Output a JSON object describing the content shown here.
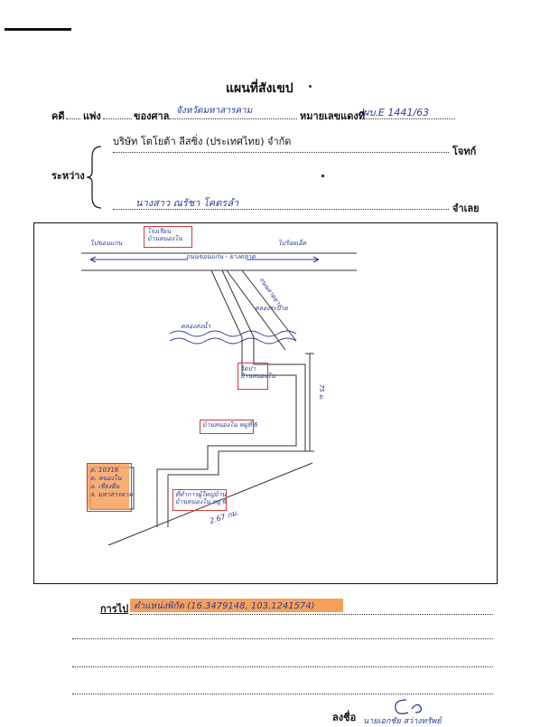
{
  "header": {
    "title": "แผนที่สังเขป"
  },
  "case": {
    "label_case": "คดี",
    "label_type": "แพ่ง",
    "label_court": "ของศาล",
    "court_value": "จังหวัดมหาสารคาม",
    "label_red_no": "หมายเลขแดงที่",
    "red_no_value": "ผบ.E 1441/63"
  },
  "parties": {
    "label_between": "ระหว่าง",
    "plaintiff_name": "บริษัท โตโยต้า ลีสซิ่ง (ประเทศไทย) จำกัด",
    "label_plaintiff": "โจทก์",
    "defendant_name": "นางสาว ณรัชา  โคตรลำ",
    "label_defendant": "จำเลย"
  },
  "map": {
    "label_left_road": "ไปขอนแก่น",
    "label_right_road": "ไปร้อยเอ็ด",
    "label_top_box": "โรงเรียน\nบ้านหนองโน",
    "label_main_road": "ถนนขอนแก่น - ยางตลาด",
    "label_canal_left": "คลองส่งน้ำ",
    "label_canal_right": "คลองระบาย",
    "label_diag_road": "ถนนลาดยาง",
    "label_temple_box": "วัดป่า\nบ้านหนองโน",
    "label_distance_vert": "75 ม.",
    "label_village_box": "บ้านหนองโน หมู่ที่ 6",
    "label_house_box": "ต. 10316\nต. หนองโน\nอ. เชียงยืน\nจ. มหาสารคาม",
    "label_school_box": "ที่ทำการผู้ใหญ่บ้าน\nบ้านหนองโน หมู่ 6",
    "label_distance_diag": "2.67 กม."
  },
  "route": {
    "label": "การไป",
    "value": "ตำแหน่งพิกัด (16.3479148, 103.1241574)"
  },
  "signature": {
    "label": "ลงชื่อ",
    "signer": "นายเอกชัย สว่างทรัพย์"
  }
}
